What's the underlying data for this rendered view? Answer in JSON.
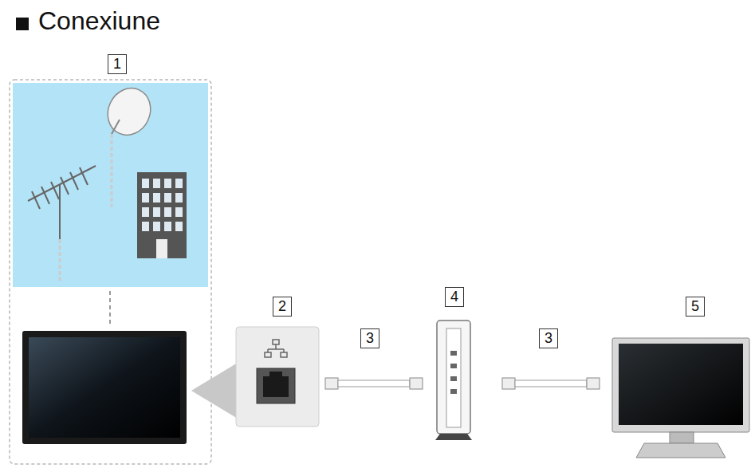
{
  "diagram": {
    "title": "Conexiune",
    "labels": [
      "1",
      "2",
      "3",
      "4",
      "3",
      "5"
    ]
  }
}
